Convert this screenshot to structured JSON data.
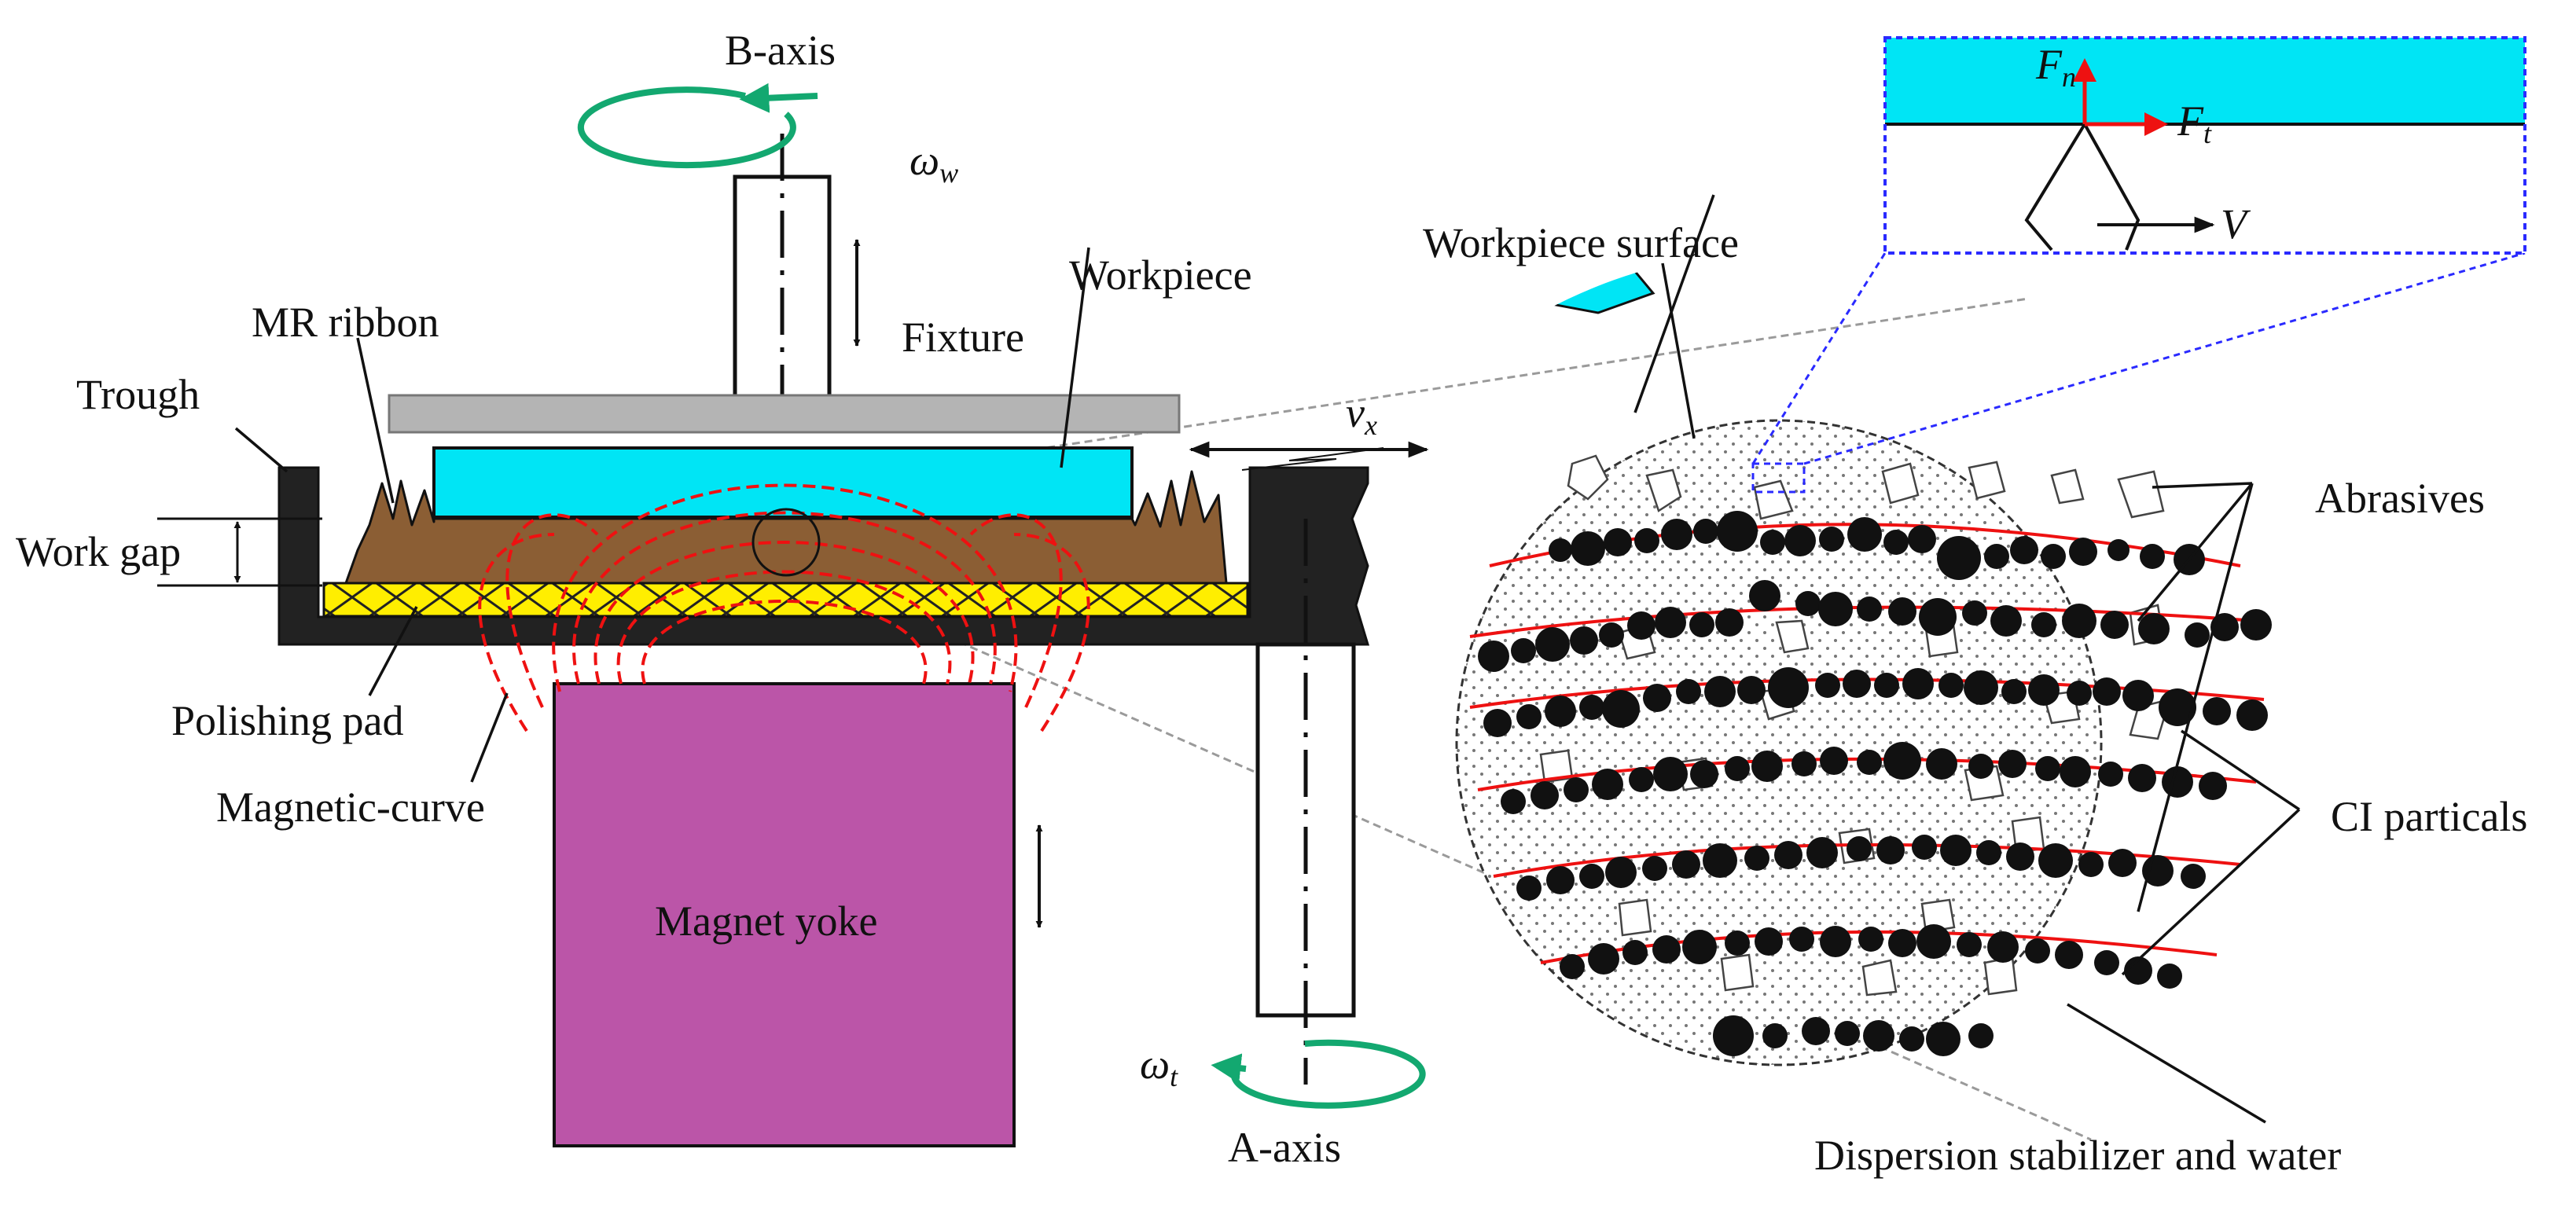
{
  "labels": {
    "b_axis": "B-axis",
    "omega_w": "ω",
    "omega_w_sub": "w",
    "mr_ribbon": "MR ribbon",
    "fixture": "Fixture",
    "workpiece": "Workpiece",
    "trough": "Trough",
    "work_gap": "Work gap",
    "vx": "v",
    "vx_sub": "x",
    "polishing_pad": "Polishing pad",
    "magnetic_curve": "Magnetic-curve",
    "magnet_yoke": "Magnet yoke",
    "omega_t": "ω",
    "omega_t_sub": "t",
    "a_axis": "A-axis",
    "workpiece_surface": "Workpiece surface",
    "abrasives": "Abrasives",
    "ci_particals": "CI particals",
    "dispersion": "Dispersion stabilizer and water",
    "fn": "F",
    "fn_sub": "n",
    "ft": "F",
    "ft_sub": "t",
    "v": "V"
  },
  "colors": {
    "workpiece": "#00e5f5",
    "fixture": "#b4b4b4",
    "mr_fluid": "#8b5e34",
    "polishing_pad": "#ffee00",
    "trough": "#222222",
    "magnet_yoke": "#bb55a8",
    "field_lines": "#ee1111",
    "rotation_arrows": "#13a870",
    "inset_border": "#2a2aff",
    "force_arrows": "#ee1111",
    "ci_particles": "#111111"
  }
}
